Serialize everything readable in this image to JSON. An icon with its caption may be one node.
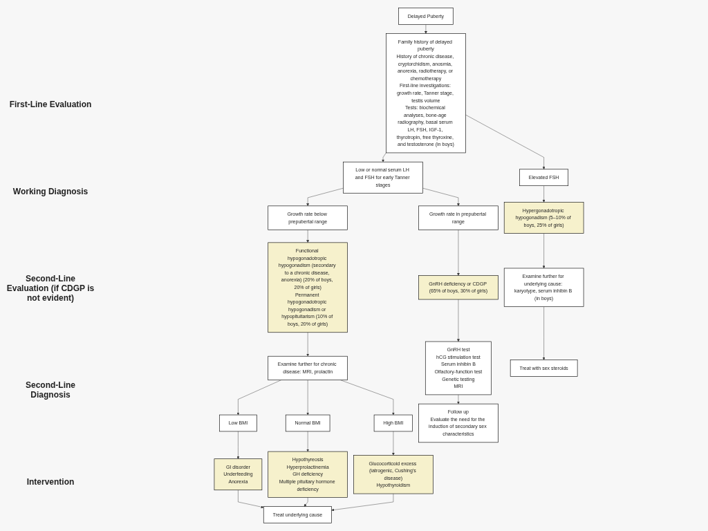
{
  "diagram": {
    "nodes": [
      {
        "text": [
          "Delayed Puberty"
        ]
      },
      {
        "text": [
          "Family history of delayed puberty",
          "History of chronic disease, cryptorchidism, anosmia, anorexia, radiotherapy, or chemotherapy",
          "First-line investigations: growth rate, Tanner stage, testis volume",
          "Tests: biochemical analyses, bone-age radiography, basal serum LH, FSH, IGF-1, thyrotropin, free thyroxine, and testosterone (in boys)"
        ]
      },
      {
        "text": [
          "Low or normal serum LH and FSH for early Tanner stages"
        ]
      },
      {
        "text": [
          "Elevated FSH"
        ]
      },
      {
        "text": [
          "Growth rate in prepubertal range"
        ]
      },
      {
        "text": [
          "Growth rate below prepubertal range"
        ]
      },
      {
        "text": [
          "GnRH deficiency or CDGP (65% of boys, 30% of girls)"
        ]
      },
      {
        "text": [
          "Functional hypogonadotropic hypogonadism (secondary to a chronic disease, anorexia) (20% of boys, 20% of girls)",
          "Permanent hypogonadotropic hypogonadism or hypopituitarism (10% of boys, 20% of girls)"
        ]
      },
      {
        "text": [
          "Hypergonadotropic hypogonadism (5–10% of boys, 25% of girls)"
        ]
      },
      {
        "text": [
          "GnRH test",
          "hCG stimulation test",
          "Serum inhibin B",
          "Olfactory-function test",
          "Genetic testing",
          "MRI"
        ]
      },
      {
        "text": [
          "Examine further for chronic disease: MRI, prolactin"
        ]
      },
      {
        "text": [
          "Examine further for underlying cause: karyotype, serum inhibin B (in boys)"
        ]
      },
      {
        "text": [
          "Low BMI"
        ]
      },
      {
        "text": [
          "Normal BMI"
        ]
      },
      {
        "text": [
          "High BMI"
        ]
      },
      {
        "text": [
          "GI disorder",
          "Underfeeding",
          "Anorexia"
        ]
      },
      {
        "text": [
          "Hypothyreosis",
          "Hyperprolactinemia",
          "GH deficiency",
          "Multiple pituitary hormone deficiency"
        ]
      },
      {
        "text": [
          "Glucocorticoid excess (iatrogenic, Cushing’s disease)",
          "Hypothyroidism"
        ]
      },
      {
        "text": [
          "Follow up",
          "Evaluate the need for the induction of secondary sex characteristics"
        ]
      },
      {
        "text": [
          "Treat underlying cause"
        ]
      },
      {
        "text": [
          "Treat with sex steroids"
        ]
      }
    ],
    "edges": [
      {
        "from": 0,
        "to": 1,
        "arrow": "to"
      },
      {
        "from": 1,
        "to": 2,
        "arrow": "to"
      },
      {
        "from": 1,
        "to": 3,
        "arrow": "to"
      },
      {
        "from": 2,
        "to": 4,
        "arrow": "to"
      },
      {
        "from": 2,
        "to": 5,
        "arrow": "to"
      },
      {
        "from": 4,
        "to": 6,
        "arrow": "to"
      },
      {
        "from": 5,
        "to": 7,
        "arrow": "to"
      },
      {
        "from": 3,
        "to": 8,
        "arrow": "to"
      },
      {
        "from": 6,
        "to": 9,
        "arrow": "to"
      },
      {
        "from": 7,
        "to": 10,
        "arrow": "to"
      },
      {
        "from": 8,
        "to": 11,
        "arrow": "to"
      },
      {
        "from": 10,
        "to": 12,
        "arrow": "to"
      },
      {
        "from": 10,
        "to": 13,
        "arrow": "to"
      },
      {
        "from": 10,
        "to": 14,
        "arrow": "to"
      },
      {
        "from": 12,
        "to": 15,
        "arrow": "to"
      },
      {
        "from": 13,
        "to": 16,
        "arrow": "to"
      },
      {
        "from": 14,
        "to": 17,
        "arrow": "to"
      },
      {
        "from": 9,
        "to": 18,
        "arrow": "to"
      },
      {
        "from": 15,
        "to": 19,
        "arrow": "to"
      },
      {
        "from": 16,
        "to": 19,
        "arrow": "to"
      },
      {
        "from": 17,
        "to": 19,
        "arrow": "to"
      },
      {
        "from": 11,
        "to": 20,
        "arrow": "to"
      }
    ],
    "labels": [
      "First-Line Evaluation",
      "Working Diagnosis",
      "Second-Line Evaluation (if CDGP is not evident)",
      "Second-Line Diagnosis",
      "Intervention"
    ]
  }
}
